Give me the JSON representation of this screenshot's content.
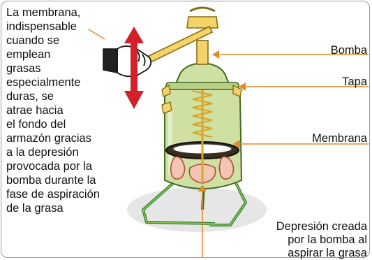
{
  "description_text": "La membrana,\nindispensable\ncuando se\nemplean\ngrasas\nespecialmente\nduras, se\natrae hacia\nel fondo del\narmazón gracias\na la depresión\nprovocada por la\nbomba durante la\nfase de aspiración\nde la grasa",
  "labels": {
    "bomba": "Bomba",
    "tapa": "Tapa",
    "membrana": "Membrana",
    "depresion": "Depresión creada\npor la bomba al\naspirar la grasa"
  },
  "colors": {
    "callout_line": "#e0892a",
    "arrow_red": "#d3202a",
    "body_green": "#cfe0a3",
    "frame_gray": "#9a9a9a",
    "handle_yellow": "#f4d46a"
  }
}
